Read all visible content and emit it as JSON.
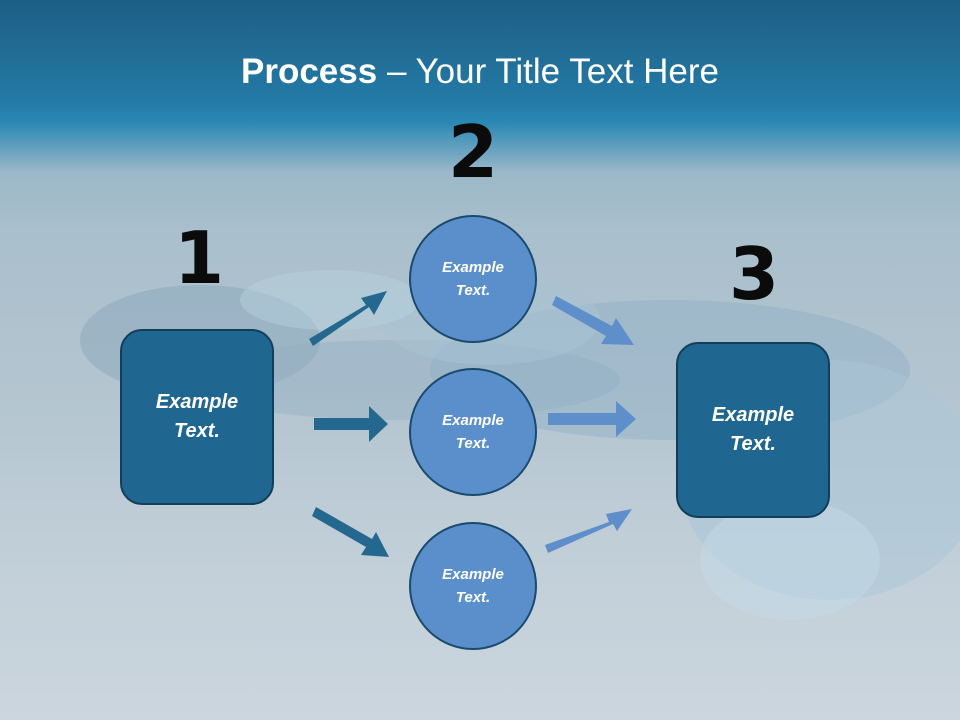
{
  "title": {
    "bold": "Process",
    "rest": " – Your Title Text Here"
  },
  "steps": [
    {
      "number": "1",
      "text": "Example\nText."
    },
    {
      "number": "2",
      "text": ""
    },
    {
      "number": "3",
      "text": "Example\nText."
    }
  ],
  "circles": [
    {
      "text": "Example\nText."
    },
    {
      "text": "Example\nText."
    },
    {
      "text": "Example\nText."
    }
  ],
  "colors": {
    "box_fill": "#1f6791",
    "circle_fill": "#5b8fcc",
    "arrow_dark": "#24688f",
    "arrow_light": "#5e8fcb"
  }
}
